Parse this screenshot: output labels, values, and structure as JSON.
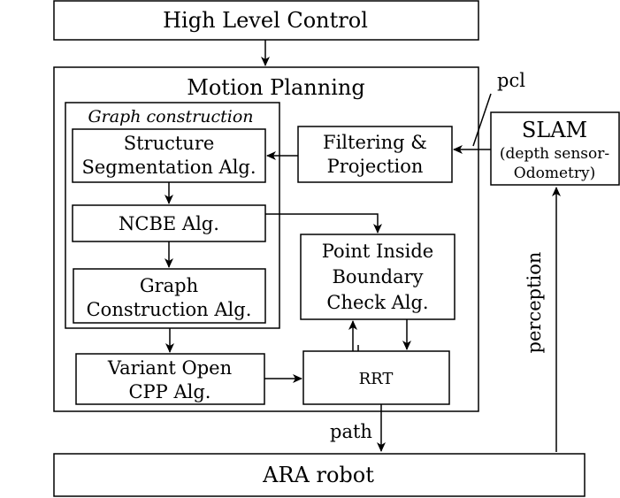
{
  "high_level_control": "High Level Control",
  "motion_planning": "Motion Planning",
  "graph_construction_group": "Graph construction",
  "structure_segmentation": [
    "Structure",
    "Segmentation Alg."
  ],
  "ncbe": "NCBE Alg.",
  "graph_construction_alg": [
    "Graph",
    "Construction Alg."
  ],
  "variant_open_cpp": [
    "Variant Open",
    "CPP Alg."
  ],
  "filtering_projection": [
    "Filtering &",
    "Projection"
  ],
  "point_inside_boundary": [
    "Point Inside",
    "Boundary",
    "Check Alg."
  ],
  "rrt": "RRT",
  "slam": [
    "SLAM",
    "(depth sensor-",
    "Odometry)"
  ],
  "pcl_label": "pcl",
  "perception_label": "perception",
  "path_label": "path",
  "ara_robot": "ARA robot"
}
